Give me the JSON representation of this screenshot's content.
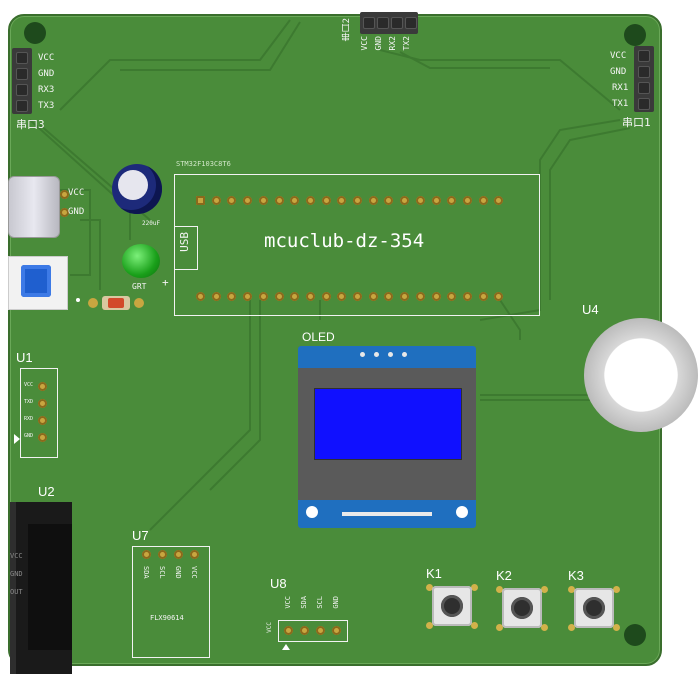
{
  "board": {
    "title": "mcuclub-dz-354",
    "usb_label": "USB",
    "uart2": {
      "name": "串口2",
      "pins": [
        "VCC",
        "GND",
        "RX2",
        "TX2"
      ]
    },
    "uart3": {
      "name": "串口3",
      "pins": [
        "VCC",
        "GND",
        "RX3",
        "TX3"
      ]
    },
    "uart1": {
      "name": "串口1",
      "pins": [
        "VCC",
        "GND",
        "RX1",
        "TX1"
      ]
    },
    "power": {
      "pins": [
        "VCC",
        "GND"
      ]
    },
    "mcu_top_label": "STM32F103C8T6",
    "led_label": "GRT",
    "plus": "+",
    "cap_label": "220uF",
    "u1": {
      "name": "U1",
      "pins": [
        "VCC",
        "TXD",
        "RXD",
        "GND"
      ]
    },
    "u2": {
      "name": "U2",
      "pins": [
        "VCC",
        "GND",
        "OUT"
      ]
    },
    "u4": {
      "name": "U4"
    },
    "u7": {
      "name": "U7",
      "pins": [
        "SDA",
        "SCL",
        "GND",
        "VCC"
      ],
      "part": "FLX90614"
    },
    "u8": {
      "name": "U8",
      "pins": [
        "VCC",
        "SDA",
        "SCL",
        "GND"
      ],
      "side": "VCC"
    },
    "oled": {
      "name": "OLED"
    },
    "keys": [
      "K1",
      "K2",
      "K3"
    ]
  }
}
